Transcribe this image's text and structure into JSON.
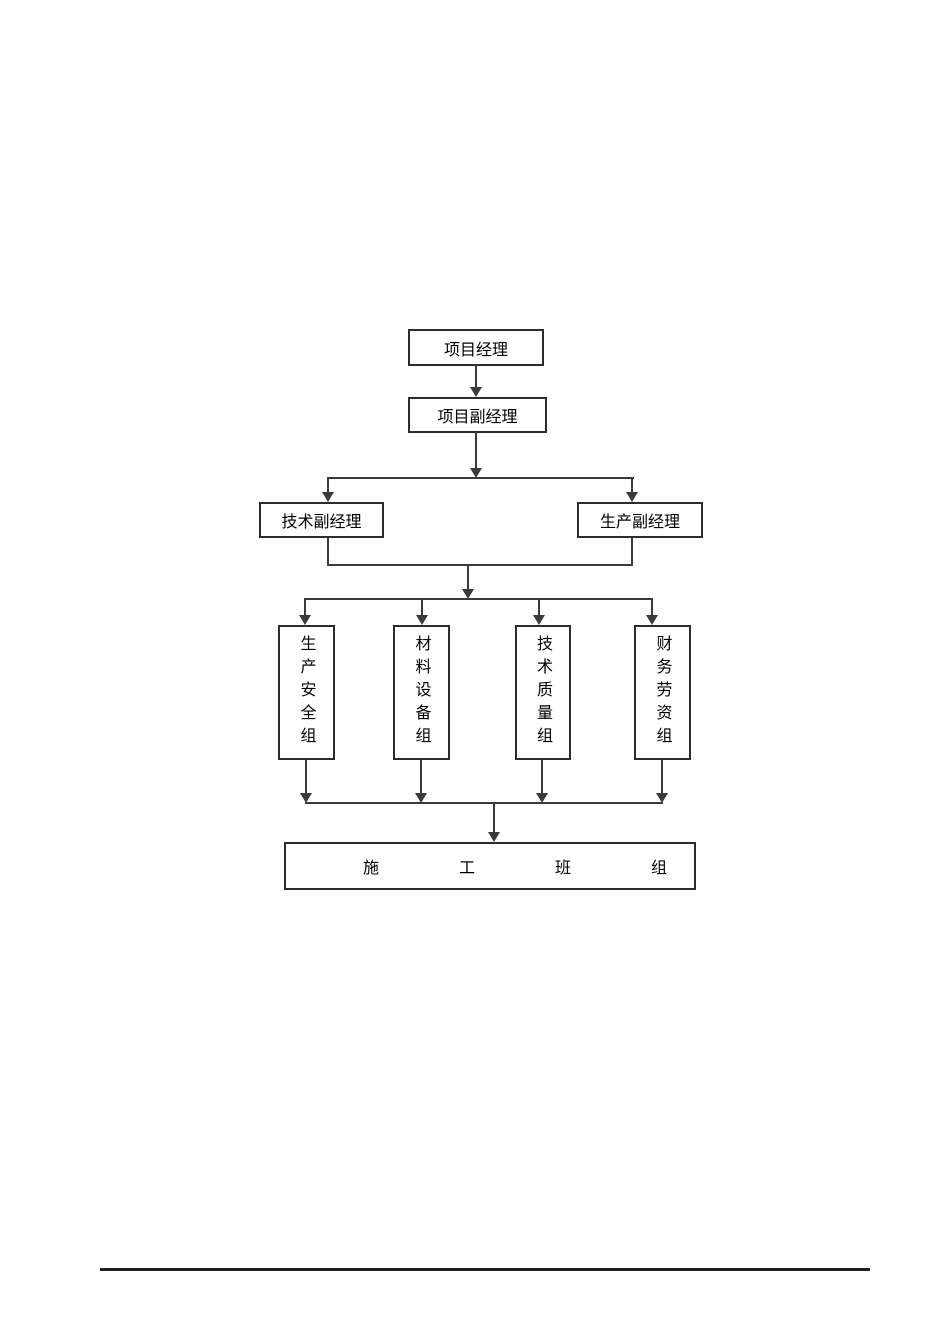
{
  "org_chart": {
    "nodes": {
      "project_manager": "项目经理",
      "deputy_project_manager": "项目副经理",
      "technical_deputy_manager": "技术副经理",
      "production_deputy_manager": "生产副经理",
      "production_safety_group": "生产安全组",
      "material_equipment_group": "材料设备组",
      "technical_quality_group": "技术质量组",
      "finance_labor_group": "财务劳资组",
      "construction_team": "施工班组"
    },
    "colors": {
      "line": "#3a3a3a",
      "box_border": "#2c2c2c",
      "text": "#000000",
      "page_bg": "#ffffff"
    }
  }
}
